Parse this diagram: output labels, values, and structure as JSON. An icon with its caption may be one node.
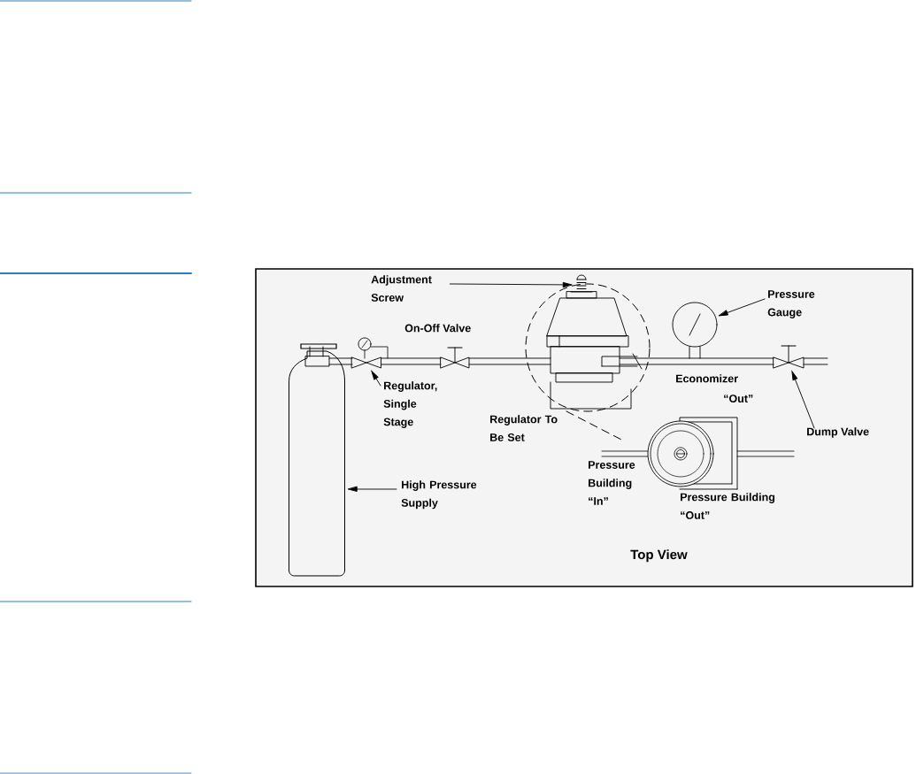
{
  "diagram": {
    "nodes": [
      {
        "text": [
          "Adjustment Screw"
        ]
      },
      {
        "text": [],
        "shape": "screw"
      },
      {
        "text": [
          "Pressure Gauge"
        ]
      },
      {
        "text": [],
        "shape": "circle"
      },
      {
        "text": [
          "Regulator, Single Stage"
        ]
      },
      {
        "text": [],
        "shape": "valve"
      },
      {
        "text": [
          "Dump Valve"
        ]
      },
      {
        "text": [],
        "shape": "valve"
      },
      {
        "text": [
          "High Pressure Supply"
        ]
      },
      {
        "text": [],
        "shape": "cylinder"
      }
    ],
    "edges": [
      {
        "from": 0,
        "to": 1,
        "arrow": "to"
      },
      {
        "from": 2,
        "to": 3,
        "arrow": "to"
      },
      {
        "from": 4,
        "to": 5,
        "arrow": "to"
      },
      {
        "from": 6,
        "to": 7,
        "arrow": "to"
      },
      {
        "from": 8,
        "to": 9,
        "arrow": "to"
      }
    ],
    "labels": [
      "On-Off Valve",
      "Economizer",
      "“Out”",
      "Regulator To Be Set",
      "Pressure Building “In”",
      "Pressure Building “Out”",
      "Top View"
    ]
  }
}
